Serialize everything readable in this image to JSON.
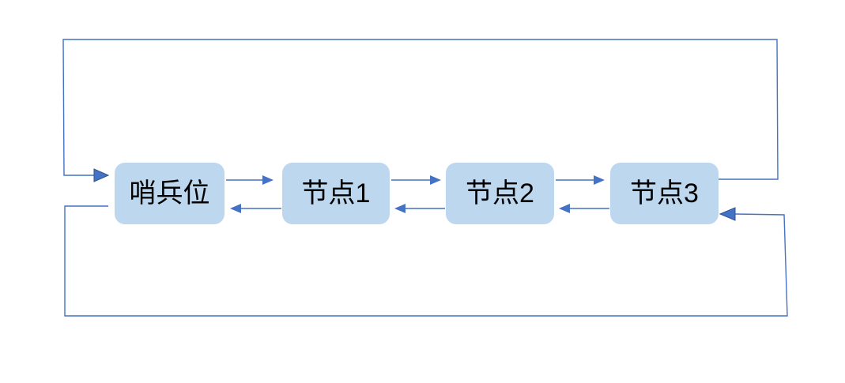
{
  "diagram": {
    "nodes": [
      {
        "id": "sentinel",
        "label": "哨兵位"
      },
      {
        "id": "node1",
        "label": "节点1"
      },
      {
        "id": "node2",
        "label": "节点2"
      },
      {
        "id": "node3",
        "label": "节点3"
      }
    ],
    "edges": [
      {
        "from": "sentinel",
        "to": "node1",
        "route": "direct-top"
      },
      {
        "from": "node1",
        "to": "sentinel",
        "route": "direct-bottom"
      },
      {
        "from": "node1",
        "to": "node2",
        "route": "direct-top"
      },
      {
        "from": "node2",
        "to": "node1",
        "route": "direct-bottom"
      },
      {
        "from": "node2",
        "to": "node3",
        "route": "direct-top"
      },
      {
        "from": "node3",
        "to": "node2",
        "route": "direct-bottom"
      },
      {
        "from": "node3",
        "to": "sentinel",
        "route": "wrap-top"
      },
      {
        "from": "sentinel",
        "to": "node3",
        "route": "wrap-bottom"
      }
    ]
  },
  "colors": {
    "background": "#ffffff",
    "node_fill": "#bdd7ee",
    "node_text": "#000000",
    "connector": "#4472c4",
    "connector_dark": "#2f528f"
  }
}
